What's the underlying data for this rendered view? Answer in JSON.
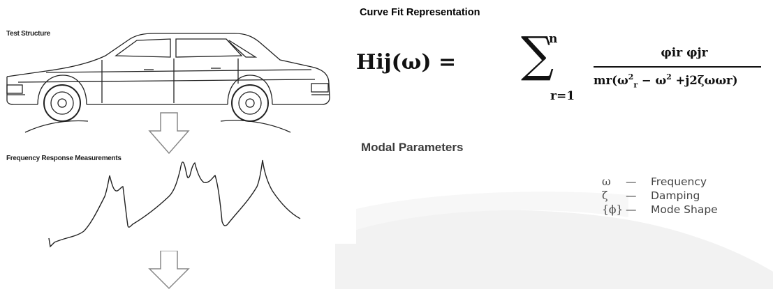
{
  "diagram": {
    "test_structure_label": "Test Structure",
    "frequency_label": "Frequency Response Measurements",
    "curve_fit_title": "Curve Fit Representation",
    "formula": {
      "lhs": "Hij(ω) =",
      "sigma": "∑",
      "upper_limit": "n",
      "lower_limit": "r=1",
      "numerator": "φir φjr",
      "denominator_pre": "mr(ω",
      "denominator_sup": "2",
      "denominator_sub": "r",
      "denominator_mid": " − ω",
      "denominator_sup2": "2",
      "denominator_post": " +j2ζωωr)"
    },
    "modal_parameters_title": "Modal Parameters",
    "parameters": [
      {
        "symbol": "ω",
        "dash": "—",
        "label": "Frequency"
      },
      {
        "symbol": "ζ",
        "dash": "—",
        "label": "Damping"
      },
      {
        "symbol": "{ϕ}",
        "dash": "—",
        "label": "Mode Shape"
      }
    ]
  }
}
